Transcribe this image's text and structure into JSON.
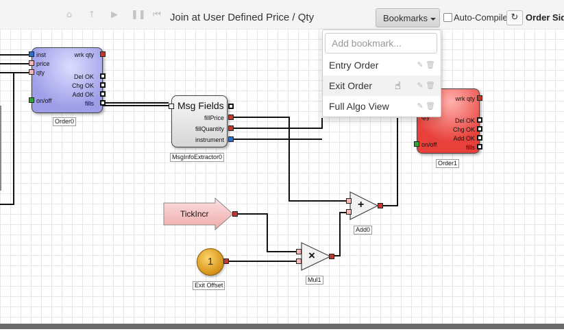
{
  "toolbar": {
    "title": "Join at User Defined Price / Qty",
    "icons": [
      "home-icon",
      "up-arrow-icon",
      "play-icon",
      "pause-icon",
      "step-back-icon"
    ],
    "bookmarks_label": "Bookmarks",
    "auto_compile_label": "Auto-Compile",
    "auto_compile_checked": false,
    "refresh_icon": "refresh-icon",
    "order_side_label": "Order Side"
  },
  "bookmarks_menu": {
    "placeholder": "Add bookmark...",
    "items": [
      {
        "label": "Entry Order"
      },
      {
        "label": "Exit Order"
      },
      {
        "label": "Full Algo View"
      }
    ],
    "item_icons": [
      "pencil-icon",
      "trash-icon"
    ]
  },
  "blocks": {
    "order0": {
      "caption": "Order0",
      "inputs": [
        "inst",
        "price",
        "qty",
        "on/off"
      ],
      "outputs": [
        "wrk qty",
        "Del OK",
        "Chg OK",
        "Add OK",
        "fills"
      ]
    },
    "msg": {
      "title": "Msg Fields",
      "caption": "MsgInfoExtractor0",
      "outputs": [
        "fillPrice",
        "fillQuantity",
        "instrument"
      ]
    },
    "order1": {
      "caption": "Order1",
      "inputs": [
        "qty",
        "on/off"
      ],
      "outputs": [
        "wrk qty",
        "Del OK",
        "Chg OK",
        "Add OK",
        "fills"
      ]
    },
    "tick": {
      "label": "TickIncr"
    },
    "add": {
      "symbol": "+",
      "caption": "Add0"
    },
    "mul": {
      "symbol": "×",
      "caption": "Mul1"
    },
    "offset": {
      "value": "1",
      "caption": "Exit Offset"
    }
  },
  "colors": {
    "order0": "#a6a6ec",
    "order1": "#e8413b",
    "tick": "#f3b4b4",
    "offset": "#e7a92a",
    "grid": "#e6e6e6"
  }
}
